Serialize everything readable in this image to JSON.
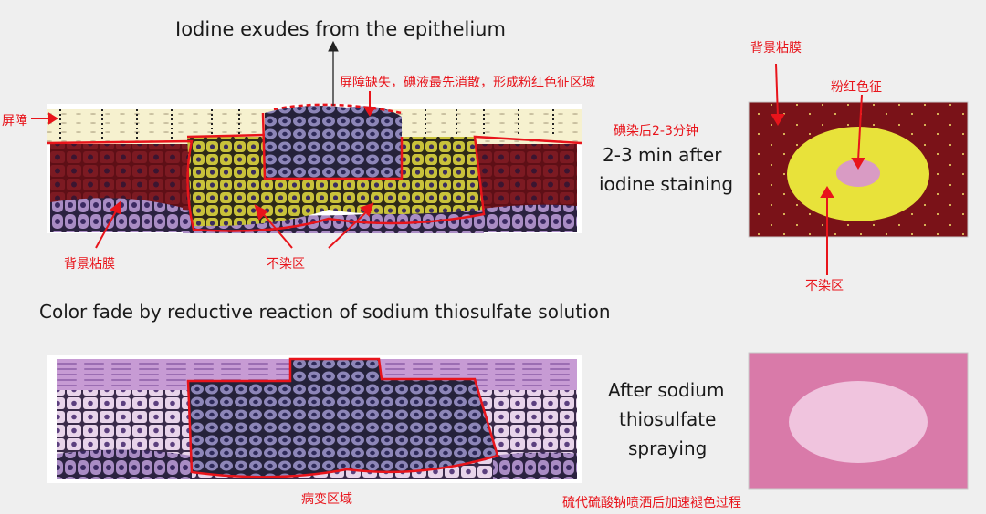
{
  "top": {
    "title": "Iodine exudes from the epithelium",
    "label_barrier_defect": "屏障缺失，碘液最先消散，形成粉红色征区域",
    "label_barrier": "屏障",
    "label_background_mucosa": "背景粘膜",
    "label_unstained": "不染区",
    "time_cn": "碘染后2-3分钟",
    "time_en_line1": "2-3 min after",
    "time_en_line2": "iodine staining"
  },
  "right_top": {
    "label_background_mucosa": "背景粘膜",
    "label_pink_sign": "粉红色征",
    "label_unstained": "不染区",
    "colors": {
      "background": "#7a1218",
      "unstained": "#e8e23a",
      "pink": "#d99bc4"
    }
  },
  "middle": {
    "heading": "Color fade by reductive reaction of sodium thiosulfate solution"
  },
  "bottom": {
    "label_lesion": "病变区域",
    "after_line1": "After sodium",
    "after_line2": "thiosulfate",
    "after_line3": "spraying",
    "caption_cn": "硫代硫酸钠喷洒后加速褪色过程",
    "colors": {
      "background": "#d97aa9",
      "lesion": "#f0c4de"
    }
  }
}
